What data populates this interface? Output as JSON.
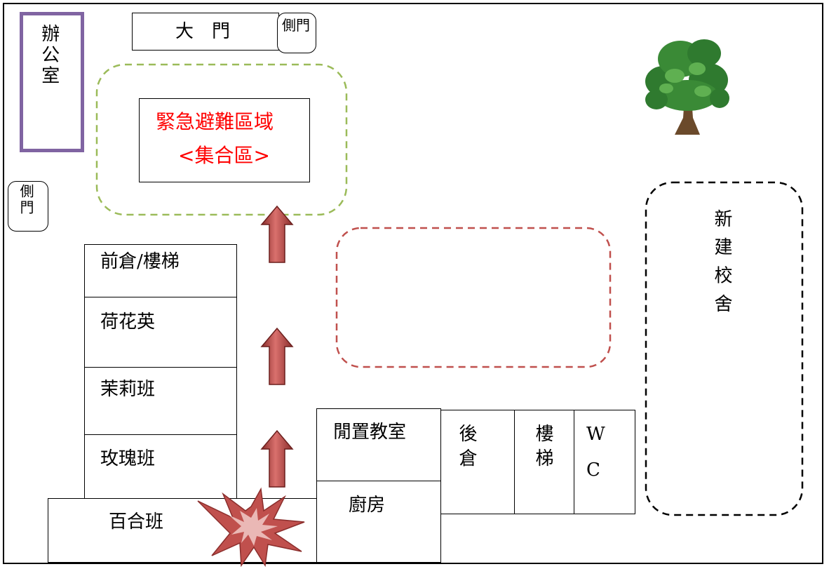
{
  "colors": {
    "office_border": "#8064a2",
    "assembly_dash": "#9bbb59",
    "red_area_dash": "#c0504d",
    "new_building_dash": "#000000",
    "emergency_text": "#ff0000",
    "arrow_fill": "#c0504d",
    "burst_fill": "#c0504d"
  },
  "icons": [
    "tree-icon",
    "up-arrow-icon",
    "explosion-icon"
  ],
  "labels": {
    "office": "辦公室",
    "main_gate": "大　門",
    "side_gate_top": "側門",
    "side_gate_left": "側門",
    "emergency_line1": "緊急避難區域",
    "emergency_line2": "<集合區>",
    "front_storage": "前倉/樓梯",
    "lotus_class": "荷花英",
    "jasmine_class": "茉莉班",
    "rose_class": "玫瑰班",
    "lily_class": "百合班",
    "idle_classroom": "閒置教室",
    "kitchen": "廚房",
    "back_storage": "後倉",
    "stairs": "樓梯",
    "wc_w": "W",
    "wc_c": "C",
    "new_building": "新建校舍"
  }
}
